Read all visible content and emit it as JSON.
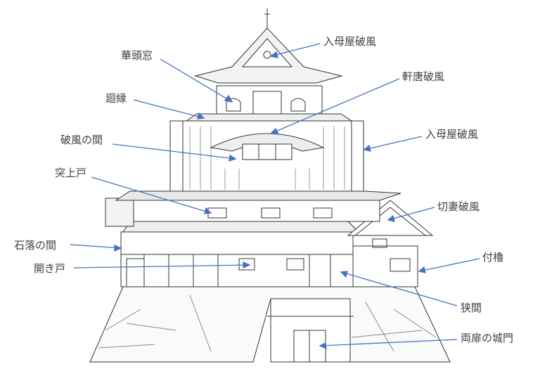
{
  "accent_color": "#4472C4",
  "labels": {
    "irimoya_hafu_top": "入母屋破風",
    "katomado": "華頭窓",
    "nokikara_hafu": "軒唐破風",
    "mawaribuchi": "廻縁",
    "irimoya_hafu_right": "入母屋破風",
    "hafu_no_ma": "破風の間",
    "tsukiagedo": "突上戸",
    "kirizuma_hafu": "切妻破風",
    "ishiotoshi_no_ma": "石落の間",
    "tsukeyagura": "付櫓",
    "hirakido": "開き戸",
    "sama": "狭間",
    "ryotobira_jomon": "両扉の城門"
  }
}
